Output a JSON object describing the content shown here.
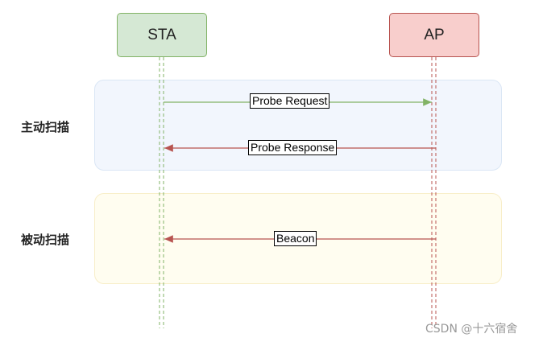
{
  "nodes": {
    "sta": "STA",
    "ap": "AP"
  },
  "lanes": {
    "active": "主动扫描",
    "passive": "被动扫描"
  },
  "messages": {
    "probe_request": "Probe Request",
    "probe_response": "Probe Response",
    "beacon": "Beacon"
  },
  "watermark": "CSDN @十六宿舍",
  "colors": {
    "sta_fill": "#d5e8d4",
    "sta_stroke": "#82b366",
    "ap_fill": "#f8cecc",
    "ap_stroke": "#b85450",
    "request_arrow": "#82b366",
    "response_arrow": "#b85450"
  }
}
